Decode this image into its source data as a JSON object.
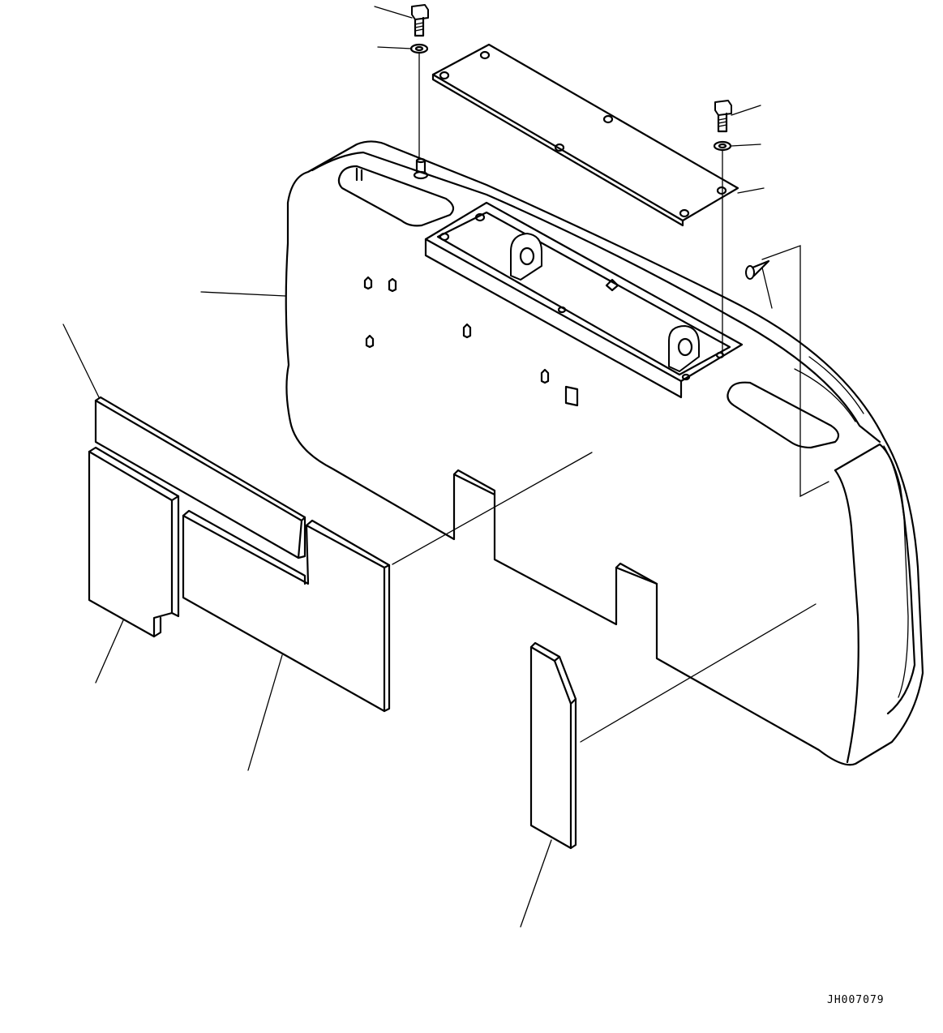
{
  "drawing": {
    "reference_code": "JH007079",
    "parts": [
      "bolt-top-left",
      "washer-top-left",
      "cover-plate",
      "bolt-right",
      "washer-right",
      "screw-right",
      "counterweight",
      "insulation-upper-strip",
      "insulation-left-pad",
      "insulation-center-pad",
      "insulation-small-pad"
    ]
  }
}
